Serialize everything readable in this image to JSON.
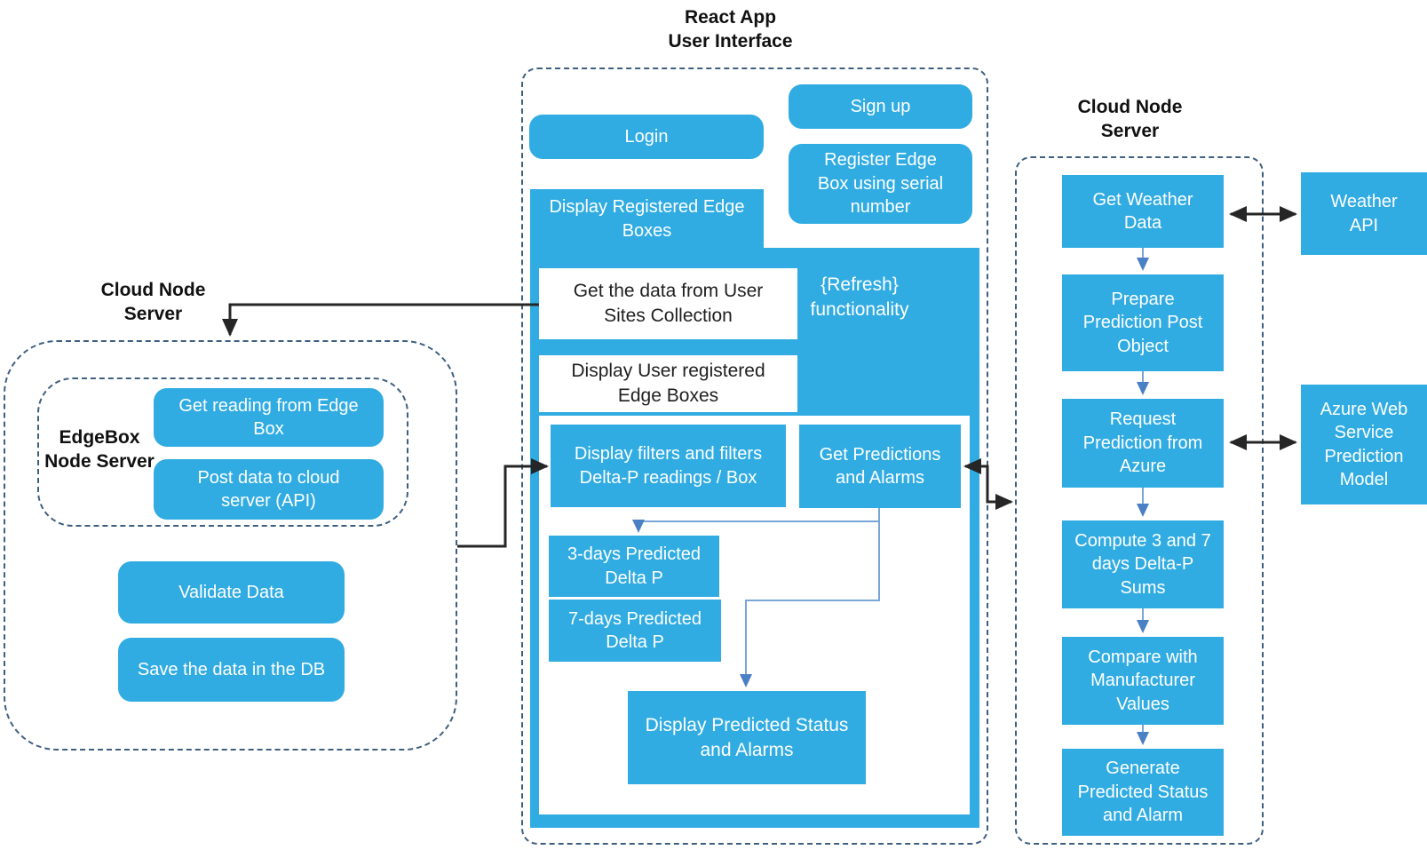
{
  "colors": {
    "box_blue": "#31ACE2",
    "dash_border": "#3E5F7F",
    "arrow_black": "#262626",
    "arrow_blue_line": "#7AA5D8",
    "arrow_blue_head": "#4A80C4"
  },
  "react_app": {
    "title": "React App\nUser Interface",
    "login": "Login",
    "sign_up": "Sign up",
    "register": "Register Edge Box using serial number",
    "display_registered": "Display Registered Edge Boxes",
    "get_data": "Get the data from User Sites Collection",
    "refresh": "{Refresh}\nfunctionality",
    "display_user": "Display User registered Edge Boxes",
    "display_filters": "Display filters and filters Delta-P readings / Box",
    "get_predictions": "Get Predictions and Alarms",
    "predicted_3day": "3-days Predicted Delta P",
    "predicted_7day": "7-days Predicted Delta P",
    "display_predicted": "Display Predicted Status and Alarms"
  },
  "cloud_left": {
    "title": "Cloud Node\nServer",
    "edgebox_title": "EdgeBox\nNode Server",
    "get_reading": "Get reading from Edge Box",
    "post_data": "Post data to cloud server (API)",
    "validate": "Validate Data",
    "save_db": "Save the data in the DB"
  },
  "cloud_right": {
    "title": "Cloud Node\nServer",
    "get_weather": "Get Weather Data",
    "prepare": "Prepare Prediction Post Object",
    "request": "Request Prediction from Azure",
    "compute": "Compute 3 and 7 days Delta-P Sums",
    "compare": "Compare with Manufacturer Values",
    "generate": "Generate Predicted Status and Alarm"
  },
  "external": {
    "weather_api": "Weather\nAPI",
    "azure_model": "Azure Web Service Prediction Model"
  }
}
